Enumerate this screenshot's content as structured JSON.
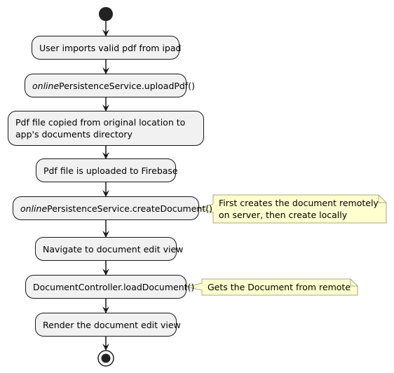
{
  "activities": [
    {
      "id": "a1",
      "prefix": "",
      "text": "User imports valid pdf from ipad"
    },
    {
      "id": "a2",
      "prefix": "online",
      "text": "PersistenceService.uploadPdf()"
    },
    {
      "id": "a3",
      "prefix": "",
      "text": "Pdf file copied from original location to app's documents directory"
    },
    {
      "id": "a4",
      "prefix": "",
      "text": "Pdf file is uploaded to Firebase"
    },
    {
      "id": "a5",
      "prefix": "online",
      "text": "PersistenceService.createDocument()"
    },
    {
      "id": "a6",
      "prefix": "",
      "text": "Navigate to document edit view"
    },
    {
      "id": "a7",
      "prefix": "",
      "text": "DocumentController.loadDocument()"
    },
    {
      "id": "a8",
      "prefix": "",
      "text": "Render the document edit view"
    }
  ],
  "notes": [
    {
      "attached_to": "a5",
      "lines": [
        "First creates the document remotely",
        "on server, then create locally"
      ]
    },
    {
      "attached_to": "a7",
      "lines": [
        "Gets the Document from remote"
      ]
    }
  ],
  "colors": {
    "activity_fill": "#f1f1f1",
    "activity_border": "#181818",
    "note_fill": "#fefece",
    "note_border": "#a8a88a",
    "arrow": "#181818",
    "start_node": "#222222"
  }
}
